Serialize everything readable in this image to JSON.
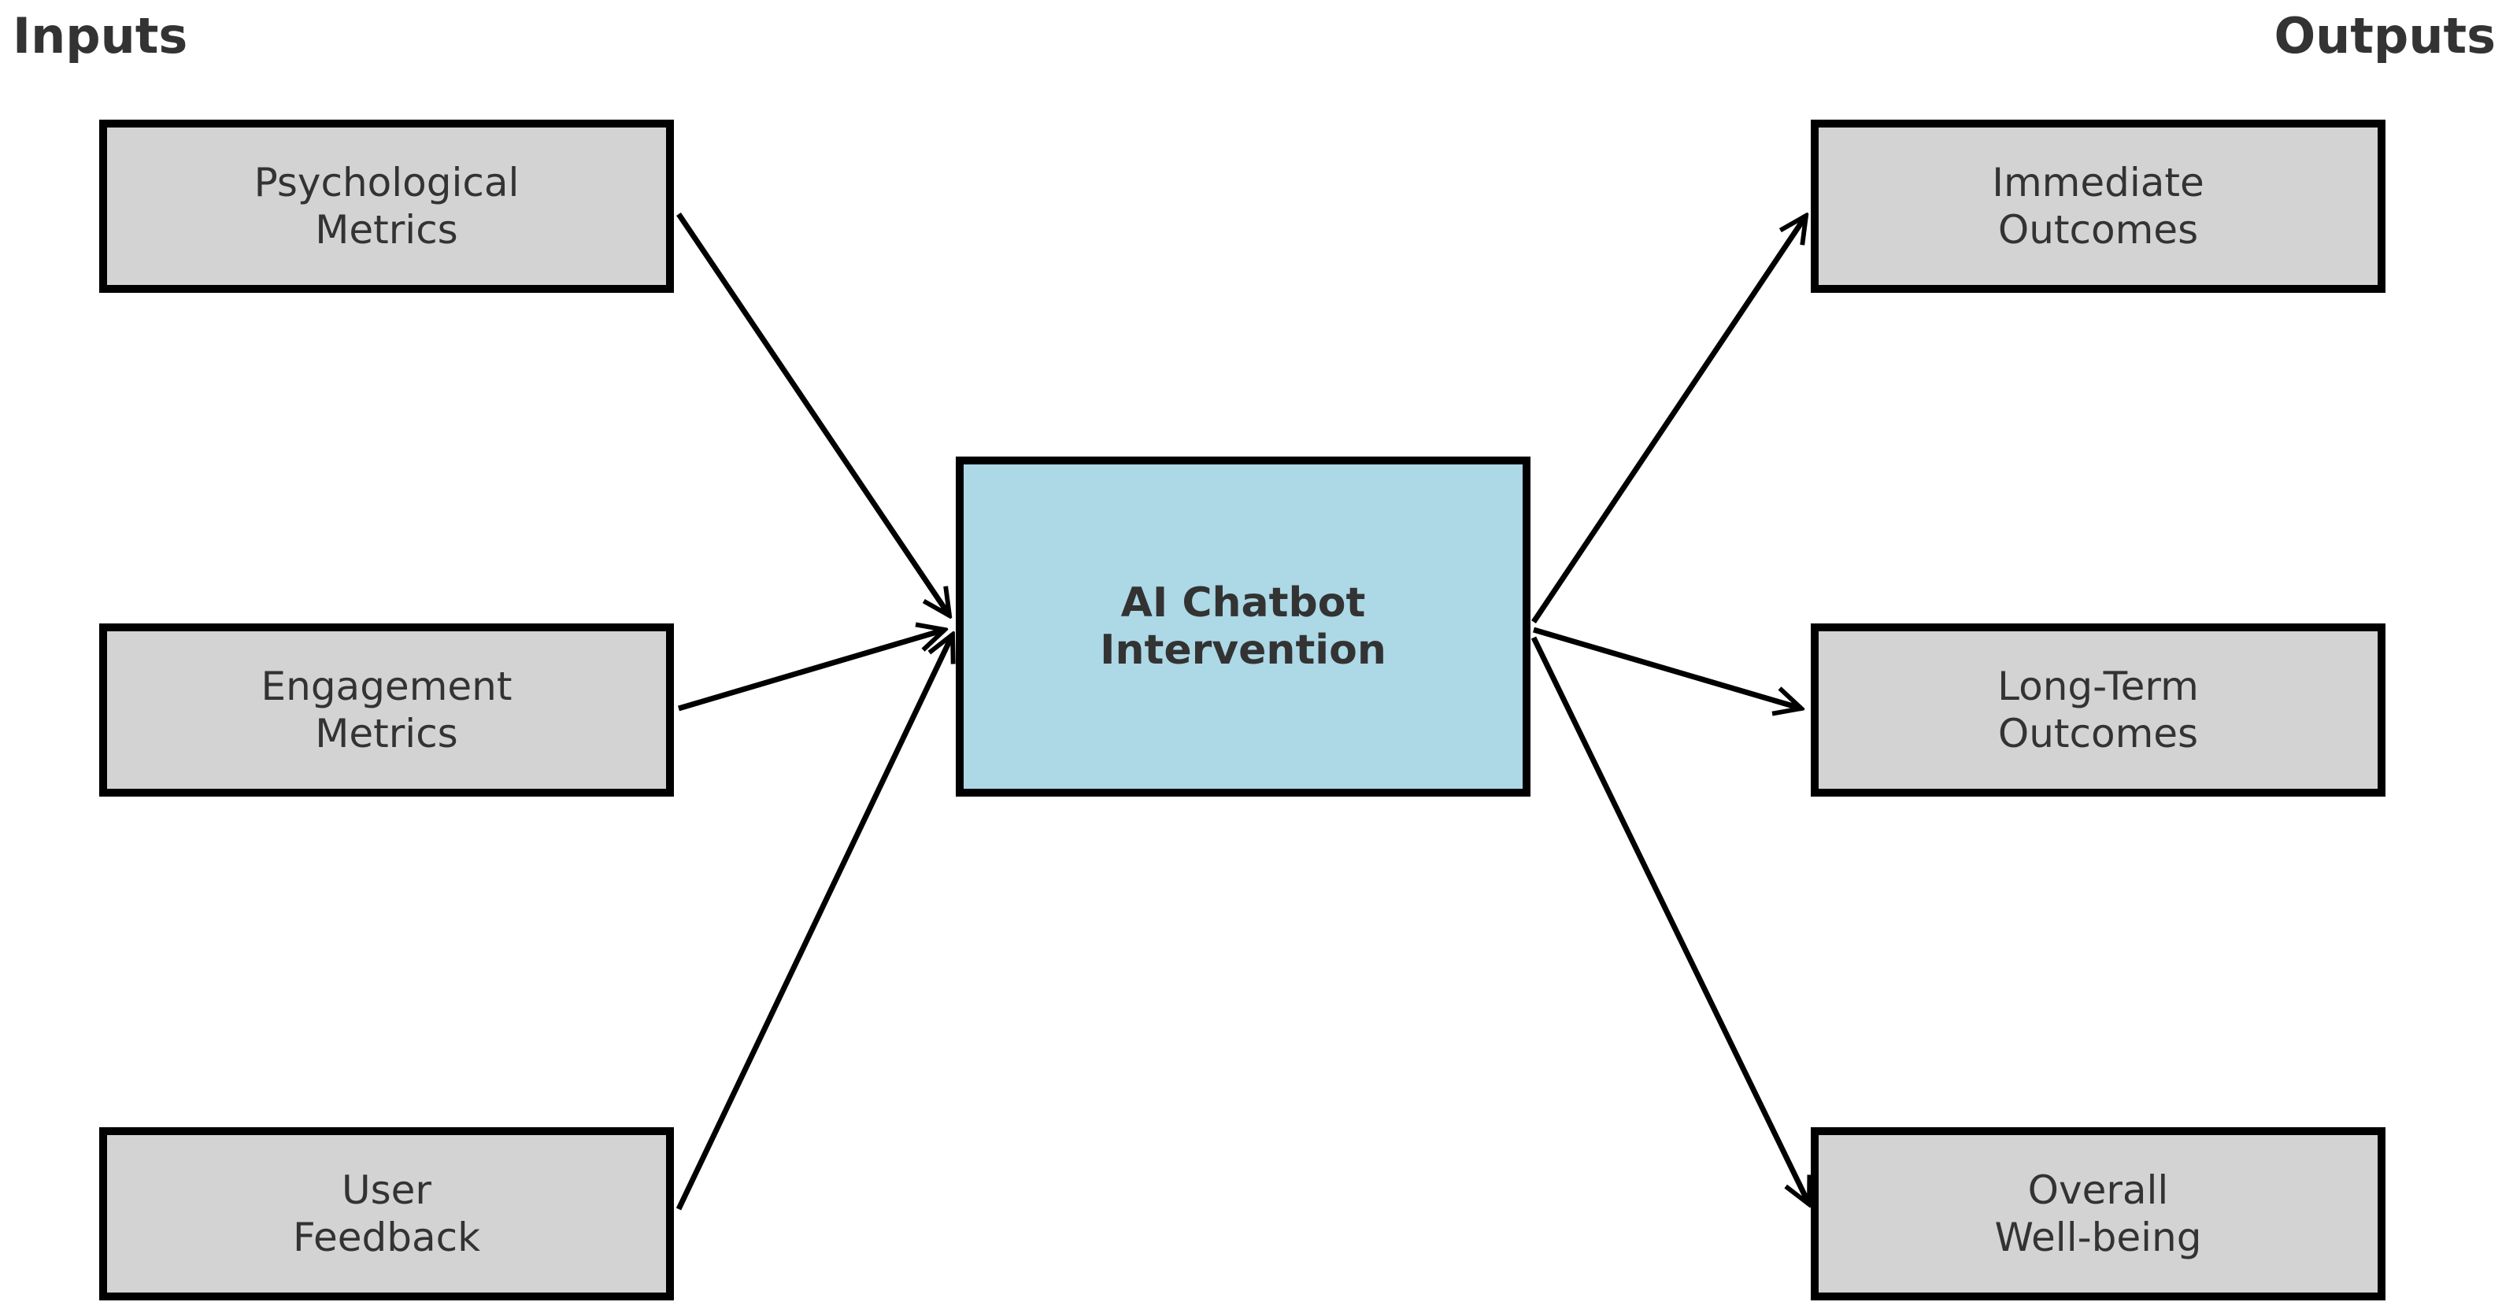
{
  "headings": {
    "inputs": "Inputs",
    "outputs": "Outputs"
  },
  "center": {
    "label": "AI Chatbot\nIntervention",
    "fill": "#add8e6"
  },
  "inputs": [
    {
      "label": "Psychological\nMetrics"
    },
    {
      "label": "Engagement\nMetrics"
    },
    {
      "label": "User\nFeedback"
    }
  ],
  "outputs": [
    {
      "label": "Immediate\nOutcomes"
    },
    {
      "label": "Long-Term\nOutcomes"
    },
    {
      "label": "Overall\nWell-being"
    }
  ],
  "colors": {
    "box_fill": "#d3d3d3",
    "border": "#000000",
    "text": "#333333"
  }
}
